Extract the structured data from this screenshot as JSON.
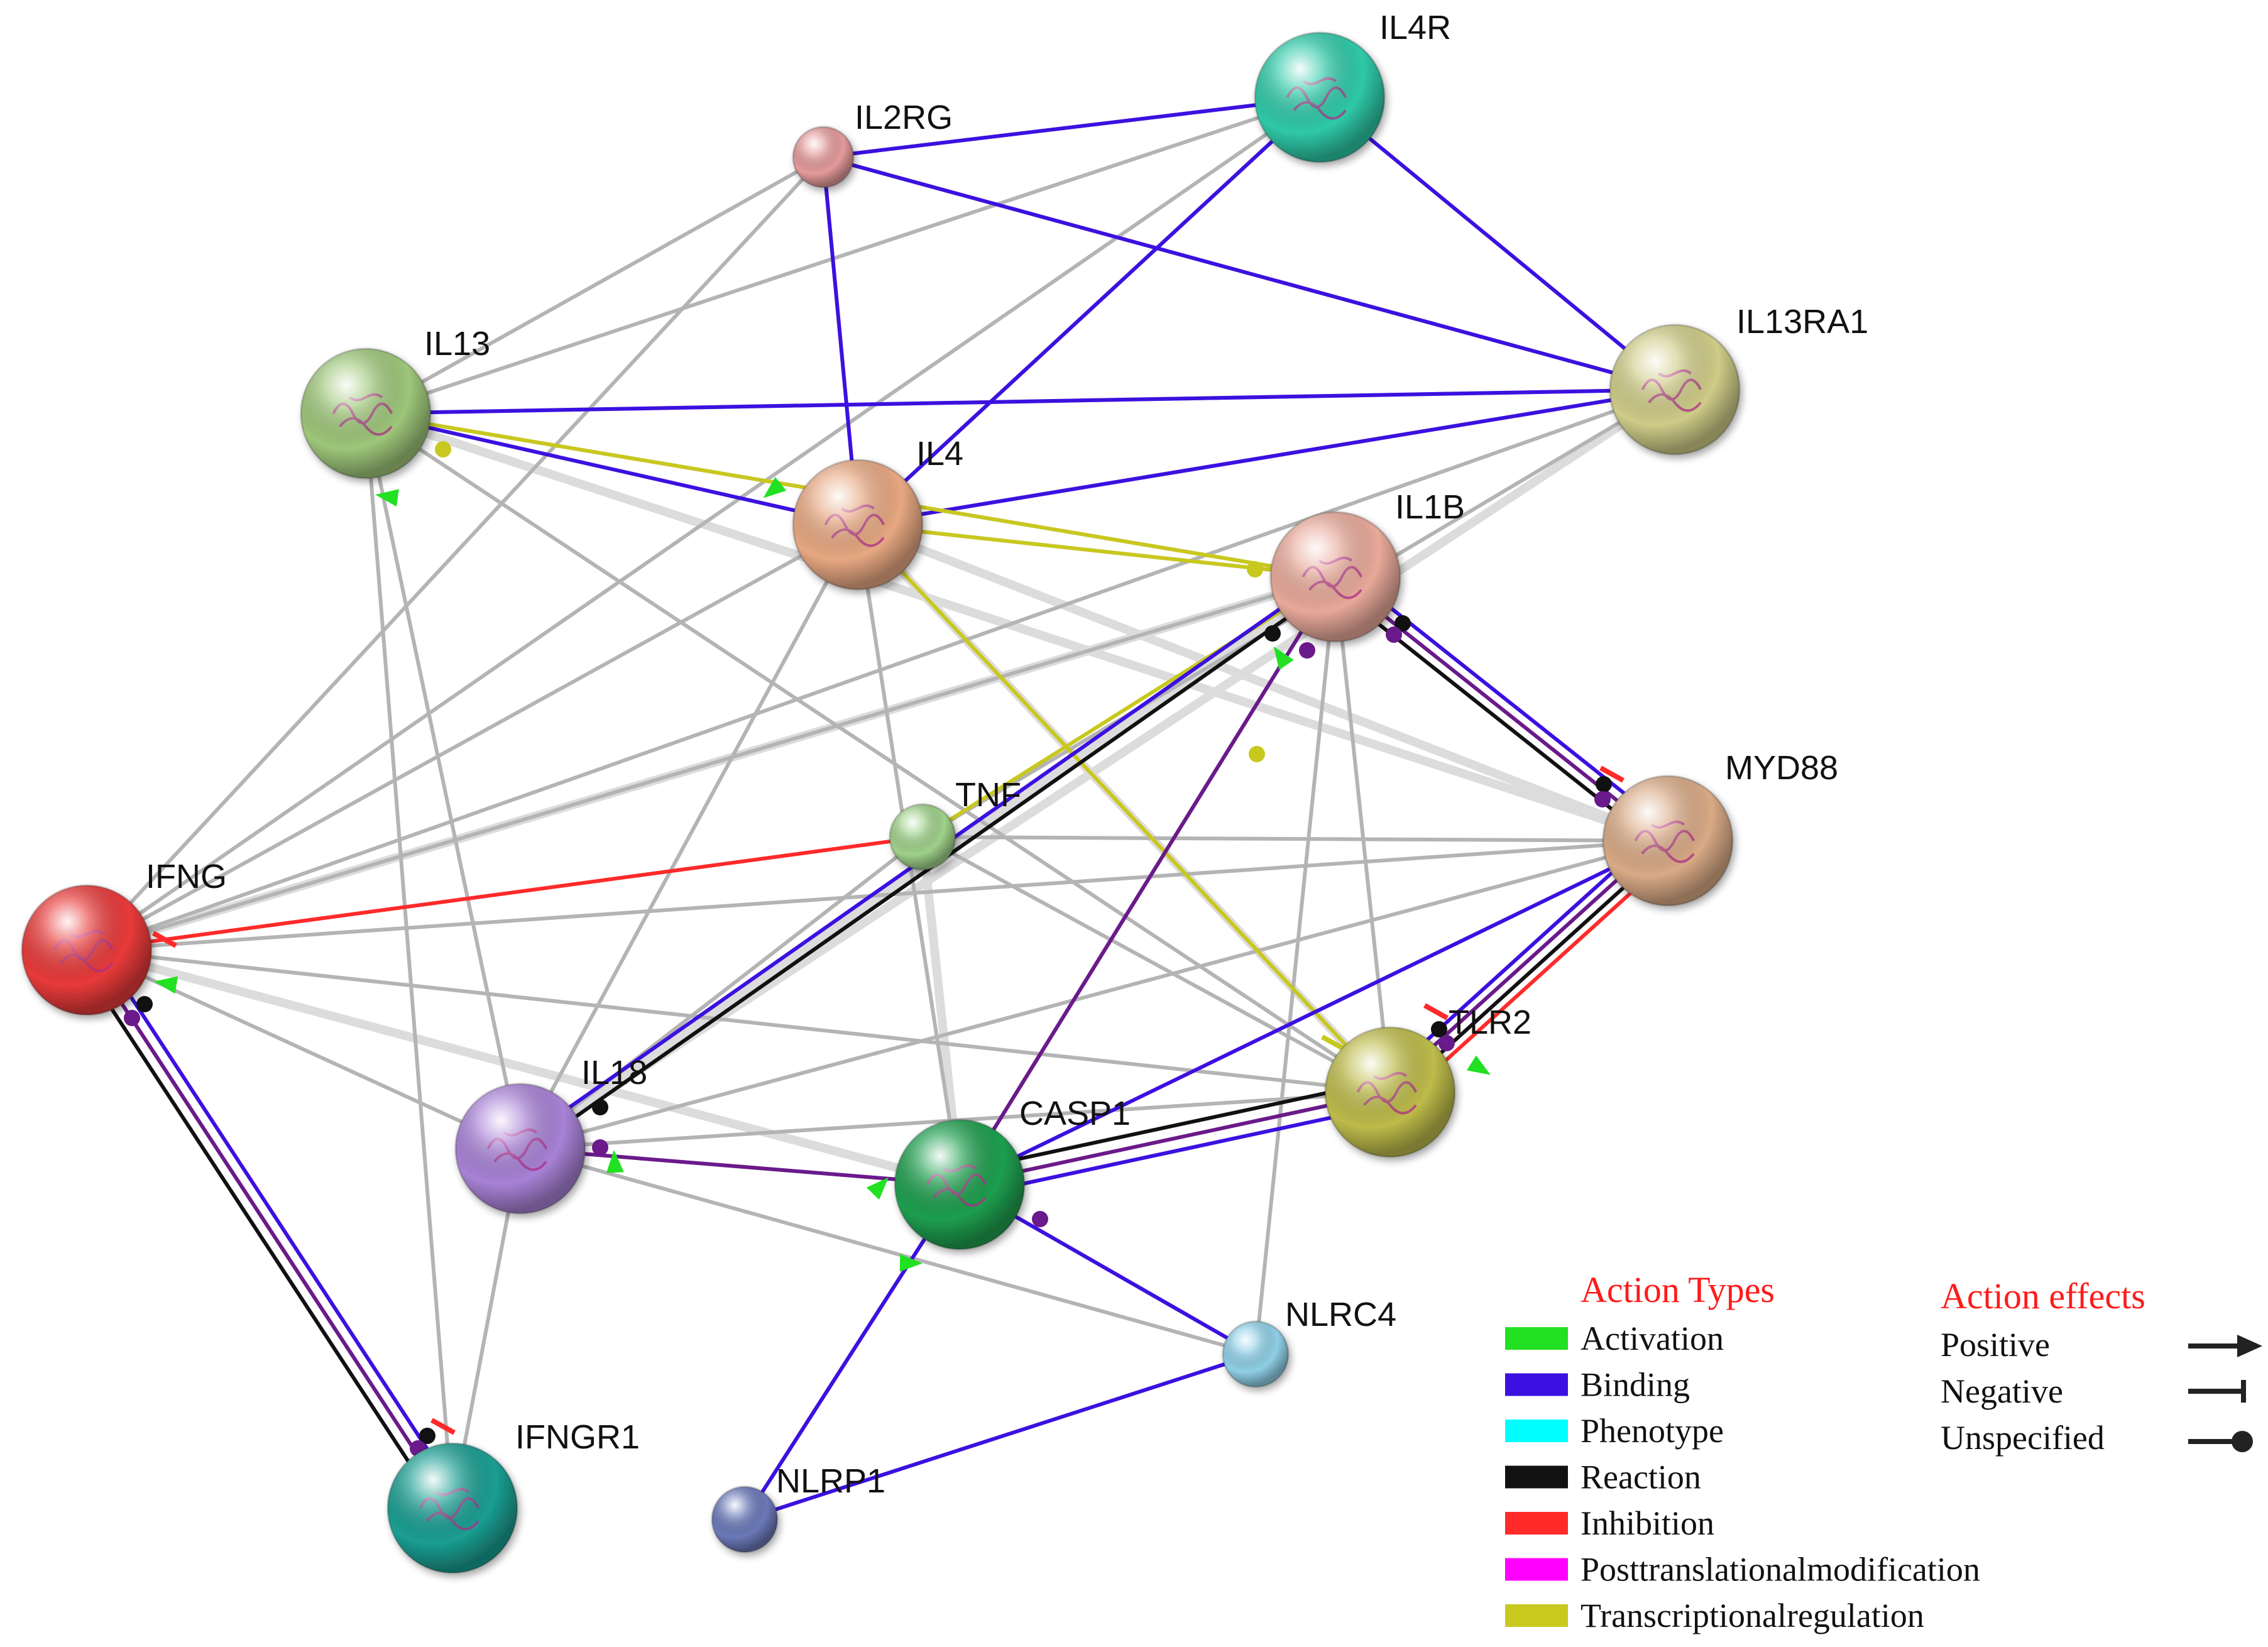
{
  "colors": {
    "evidence": "#b4b4b4",
    "evidence_light": "#dcdcdc",
    "activation": "#22e022",
    "binding": "#3c10e0",
    "phenotype": "#00ffff",
    "reaction": "#111111",
    "inhibition": "#ff2a2a",
    "posttranslational": "#ff00ff",
    "transcriptional": "#c8c81e",
    "purple": "#6a1a8a"
  },
  "nodes": [
    {
      "id": "IL4R",
      "label": "IL4R",
      "color": "#2fc9a8",
      "icon": "protein-structure-icon"
    },
    {
      "id": "IL2RG",
      "label": "IL2RG",
      "color": "#e49a9a",
      "icon": "none"
    },
    {
      "id": "IL13RA1",
      "label": "IL13RA1",
      "color": "#cfcc88",
      "icon": "protein-structure-icon"
    },
    {
      "id": "IL13",
      "label": "IL13",
      "color": "#9ec77a",
      "icon": "protein-structure-icon"
    },
    {
      "id": "IL4",
      "label": "IL4",
      "color": "#e7a882",
      "icon": "protein-structure-icon"
    },
    {
      "id": "IL1B",
      "label": "IL1B",
      "color": "#e8a99a",
      "icon": "protein-structure-icon"
    },
    {
      "id": "TNF",
      "label": "TNF",
      "color": "#9fd18a",
      "icon": "none"
    },
    {
      "id": "MYD88",
      "label": "MYD88",
      "color": "#d9aa86",
      "icon": "protein-structure-icon"
    },
    {
      "id": "IFNG",
      "label": "IFNG",
      "color": "#e83a3a",
      "icon": "protein-structure-icon"
    },
    {
      "id": "TLR2",
      "label": "TLR2",
      "color": "#bdbb4a",
      "icon": "protein-structure-icon"
    },
    {
      "id": "IL18",
      "label": "IL18",
      "color": "#a882d6",
      "icon": "protein-structure-icon"
    },
    {
      "id": "CASP1",
      "label": "CASP1",
      "color": "#1e9e4e",
      "icon": "protein-structure-icon"
    },
    {
      "id": "NLRC4",
      "label": "NLRC4",
      "color": "#8fcfe6",
      "icon": "none"
    },
    {
      "id": "IFNGR1",
      "label": "IFNGR1",
      "color": "#1a9e92",
      "icon": "protein-structure-icon"
    },
    {
      "id": "NLRP1",
      "label": "NLRP1",
      "color": "#6a78b8",
      "icon": "none"
    }
  ],
  "legend": {
    "action_types_title": "Action Types",
    "action_effects_title": "Action effects",
    "types": [
      {
        "label": "Activation",
        "color": "#22e022"
      },
      {
        "label": "Binding",
        "color": "#3c10e0"
      },
      {
        "label": "Phenotype",
        "color": "#00ffff"
      },
      {
        "label": "Reaction",
        "color": "#111111"
      },
      {
        "label": "Inhibition",
        "color": "#ff2a2a"
      },
      {
        "label": "Posttranslationalmodification",
        "color": "#ff00ff"
      },
      {
        "label": "Transcriptionalregulation",
        "color": "#c8c81e"
      }
    ],
    "effects": [
      {
        "label": "Positive",
        "icon": "arrow-icon"
      },
      {
        "label": "Negative",
        "icon": "bar-end-icon"
      },
      {
        "label": "Unspecified",
        "icon": "dot-end-icon"
      }
    ]
  }
}
